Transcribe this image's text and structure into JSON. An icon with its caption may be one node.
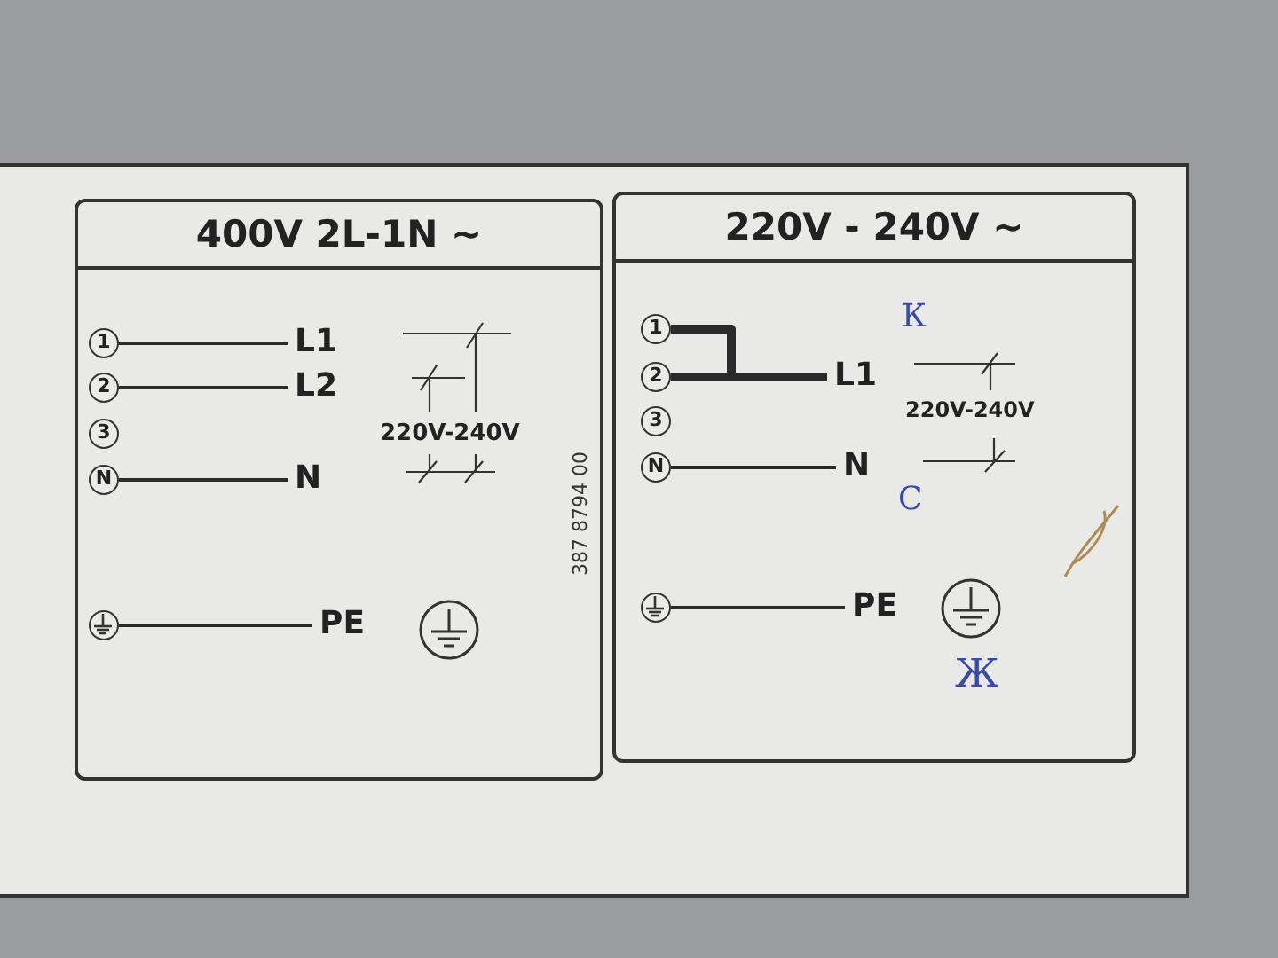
{
  "diagram": {
    "nodes": [
      {
        "text": [
          "400V 2L-1N ~"
        ]
      },
      {
        "text": [
          "1"
        ],
        "in": 0
      },
      {
        "text": [
          "2"
        ],
        "in": 0
      },
      {
        "text": [
          "3"
        ],
        "in": 0
      },
      {
        "text": [
          "N"
        ],
        "in": 0
      },
      {
        "text": [],
        "shape": "circle",
        "in": 0
      },
      {
        "text": [
          "L1"
        ],
        "in": 0
      },
      {
        "text": [
          "L2"
        ],
        "in": 0
      },
      {
        "text": [
          "N"
        ],
        "in": 0
      },
      {
        "text": [
          "PE"
        ],
        "in": 0
      },
      {
        "text": [
          "220V - 240V ~"
        ]
      },
      {
        "text": [
          "1"
        ],
        "in": 10
      },
      {
        "text": [
          "2"
        ],
        "in": 10
      },
      {
        "text": [
          "3"
        ],
        "in": 10
      },
      {
        "text": [
          "N"
        ],
        "in": 10
      },
      {
        "text": [],
        "shape": "circle",
        "in": 10
      },
      {
        "text": [
          "L1"
        ],
        "in": 10
      },
      {
        "text": [
          "N"
        ],
        "in": 10
      },
      {
        "text": [
          "PE"
        ],
        "in": 10
      }
    ],
    "edges": [
      {
        "from": 1,
        "to": 6,
        "arrow": "none"
      },
      {
        "from": 2,
        "to": 7,
        "arrow": "none"
      },
      {
        "from": 4,
        "to": 8,
        "arrow": "none"
      },
      {
        "from": 5,
        "to": 9,
        "arrow": "none"
      },
      {
        "from": 11,
        "to": 16,
        "arrow": "none",
        "style": "thick"
      },
      {
        "from": 12,
        "to": 16,
        "arrow": "none",
        "style": "thick"
      },
      {
        "from": 14,
        "to": 17,
        "arrow": "none"
      },
      {
        "from": 15,
        "to": 18,
        "arrow": "none"
      }
    ],
    "labels": [
      "220V-240V",
      "387 8794 00",
      "К",
      "220V-240V",
      "С",
      "Ж"
    ]
  }
}
